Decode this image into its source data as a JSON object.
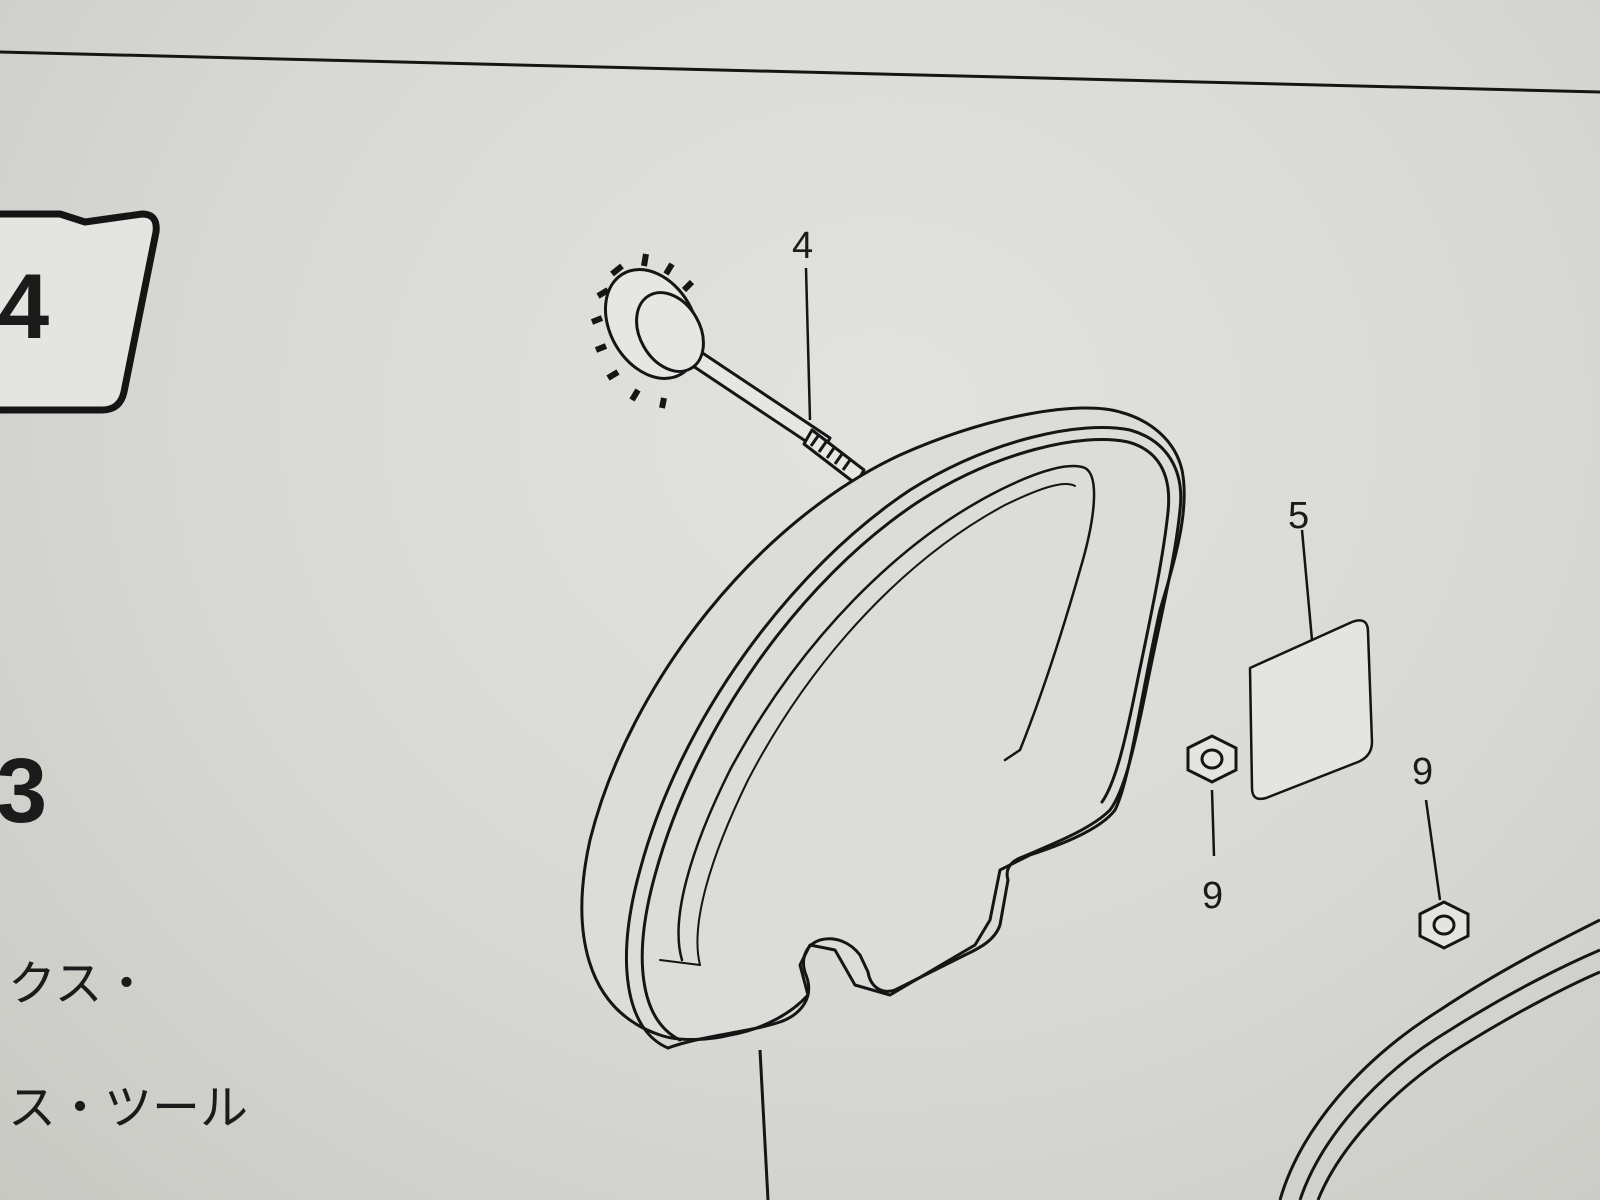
{
  "step_badge": {
    "number": "4"
  },
  "section_number": "3",
  "side_text": {
    "line1": "クス・",
    "line2": "ス・ツール"
  },
  "callouts": [
    {
      "label": "4"
    },
    {
      "label": "5"
    },
    {
      "label": "9"
    },
    {
      "label": "9"
    }
  ],
  "colors": {
    "paper": "#dcdcd8",
    "ink": "#1a1a1a"
  }
}
